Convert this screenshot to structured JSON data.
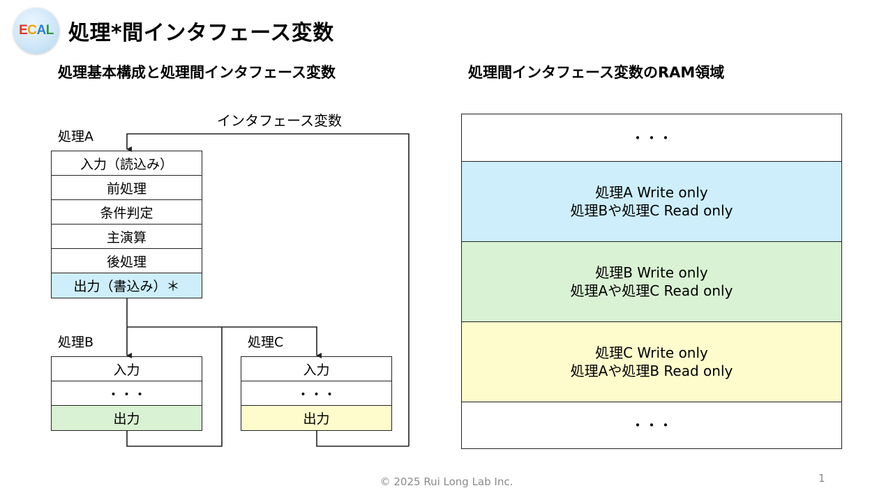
{
  "header": {
    "logo_text": "ECAL",
    "title": "処理*間インタフェース変数"
  },
  "left": {
    "subtitle": "処理基本構成と処理間インタフェース変数",
    "interface_label": "インタフェース変数",
    "process_a": {
      "label": "処理A",
      "steps": [
        "入力（読込み）",
        "前処理",
        "条件判定",
        "主演算",
        "後処理",
        "出力（書込み）＊"
      ]
    },
    "process_b": {
      "label": "処理B",
      "steps": [
        "入力",
        "・・・",
        "出力"
      ]
    },
    "process_c": {
      "label": "処理C",
      "steps": [
        "入力",
        "・・・",
        "出力"
      ]
    }
  },
  "right": {
    "subtitle": "処理間インタフェース変数のRAM領域",
    "rows": [
      {
        "line1": "・・・",
        "line2": ""
      },
      {
        "line1": "処理A Write only",
        "line2": "処理Bや処理C Read only"
      },
      {
        "line1": "処理B Write only",
        "line2": "処理Aや処理C Read only"
      },
      {
        "line1": "処理C Write only",
        "line2": "処理Aや処理B Read only"
      },
      {
        "line1": "・・・",
        "line2": ""
      }
    ]
  },
  "colors": {
    "process_a_output": "#cdeefa",
    "process_b_output": "#d9f2d3",
    "process_c_output": "#fefbcc"
  },
  "footer": {
    "copyright": "© 2025 Rui Long Lab Inc.",
    "page_number": "1"
  }
}
